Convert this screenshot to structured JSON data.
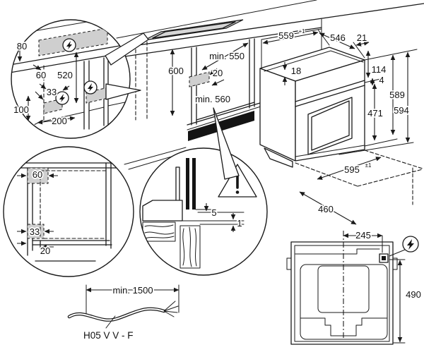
{
  "zones_detail": {
    "d80": "80",
    "d60": "60",
    "d520": "520",
    "d33": "33",
    "d100": "100",
    "d200": "200"
  },
  "cabinet": {
    "d600": "600",
    "dmin550": "min. 550",
    "d20": "20",
    "dmin560": "min. 560"
  },
  "oven": {
    "d559": "559",
    "d559_sup": "+1",
    "d546": "546",
    "d21": "21",
    "d18": "18",
    "d114": "114",
    "d4": "4",
    "d471": "471",
    "d589": "589",
    "d594": "594",
    "d595": "595",
    "d595_sup": "±1",
    "d460": "460"
  },
  "front_detail": {
    "d60": "60",
    "d33": "33",
    "d20": "20"
  },
  "section_detail": {
    "d5": "5",
    "d1": "1"
  },
  "cable": {
    "length": "min. 1500",
    "label": "H05 V V - F"
  },
  "top_view": {
    "d245": "245",
    "d490": "490"
  },
  "icons": {
    "lightning": "lightning-bolt",
    "warning": "exclamation-triangle"
  },
  "colors": {
    "line": "#1a1a1a",
    "zone_gray": "#cfcfcf",
    "vent_black": "#141414"
  }
}
